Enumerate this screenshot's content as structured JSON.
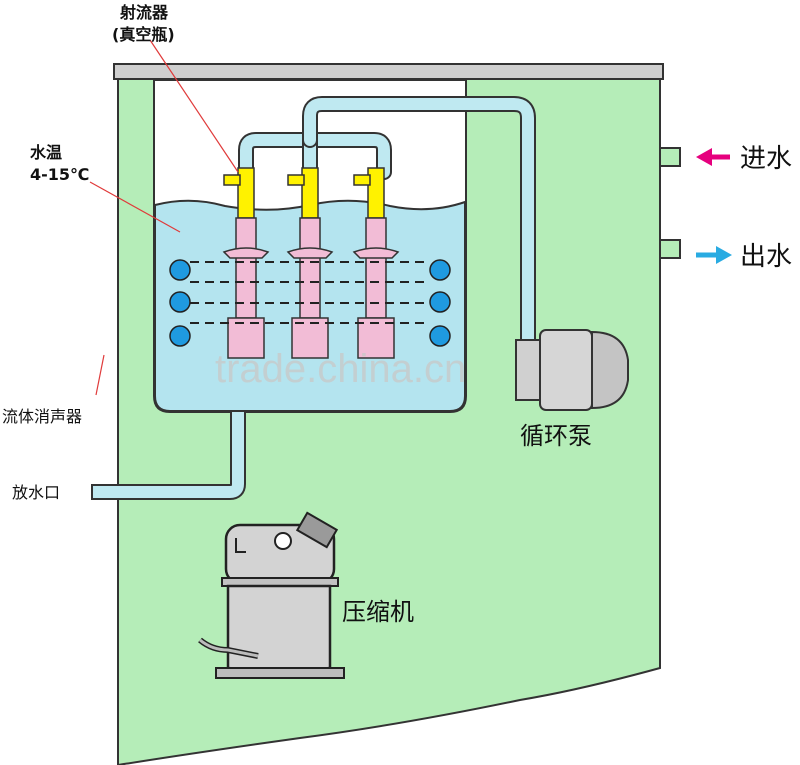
{
  "labels": {
    "ejector_line1": "射流器",
    "ejector_line2": "(真空瓶)",
    "water_temp_line1": "水温",
    "water_temp_line2": "4-15℃",
    "muffler": "流体消声器",
    "drain": "放水口",
    "inlet": "进水",
    "outlet": "出水",
    "pump": "循环泵",
    "compressor": "压缩机"
  },
  "watermark": "trade.china.cn",
  "colors": {
    "cabinet_fill": "#b5edb8",
    "water": "#b4e4ef",
    "pipe": "#bfe9f1",
    "ejector_yellow": "#fff200",
    "tube_pink": "#f2bcd6",
    "coil_blue": "#1f9ae0",
    "pump_gray": "#d0d0d0",
    "arrow_in": "#e6007e",
    "arrow_out": "#29abe2",
    "leader_line": "#e03a3a"
  }
}
